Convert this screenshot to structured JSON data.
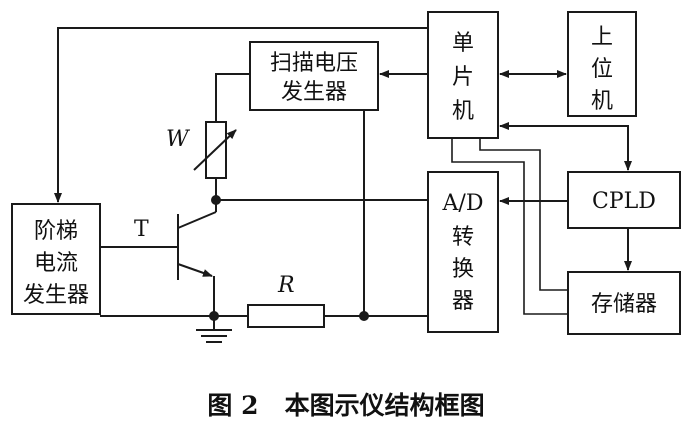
{
  "blocks": {
    "scan_voltage": [
      "扫描电压",
      "发生器"
    ],
    "mcu": [
      "单",
      "片",
      "机"
    ],
    "host": [
      "上",
      "位",
      "机"
    ],
    "step_current": [
      "阶梯",
      "电流",
      "发生器"
    ],
    "adc": [
      "A/D",
      "转",
      "换",
      "器"
    ],
    "cpld": "CPLD",
    "memory": "存储器"
  },
  "components": {
    "potentiometer": "W",
    "transistor": "T",
    "resistor": "R"
  },
  "caption": "图 2   本图示仪结构框图"
}
